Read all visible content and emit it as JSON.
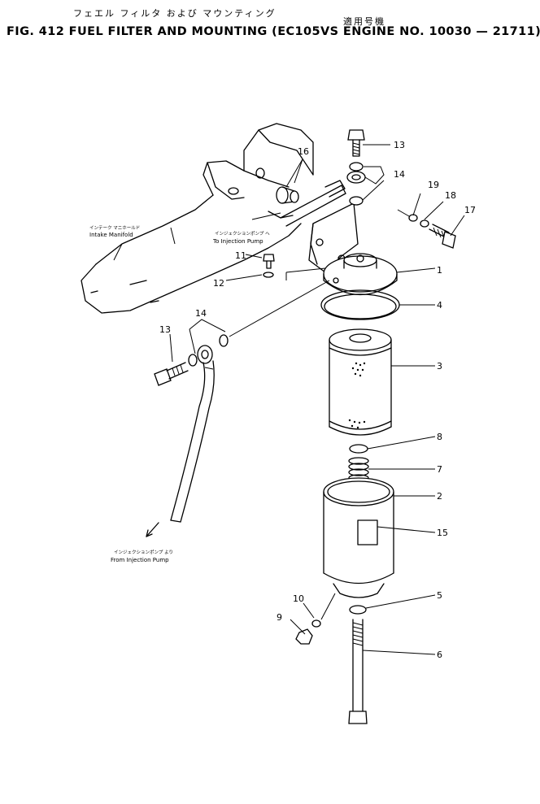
{
  "header": {
    "jp_title": "フェエル フィルタ および マウンティング",
    "jp_applicability": "適用号機",
    "title": "FIG. 412  FUEL  FILTER  AND  MOUNTING  (EC105VS  ENGINE  NO.  10030 — 21711)"
  },
  "labels": {
    "intake_jp": "インテーク マニホールド",
    "intake_en": "Intake Manifold",
    "to_pump_jp": "インジェクションポンプ へ",
    "to_pump_en": "To Injection Pump",
    "from_pump_jp": "インジェクションポンプ より",
    "from_pump_en": "From Injection Pump"
  },
  "part_numbers": {
    "p1": "1",
    "p2": "2",
    "p3": "3",
    "p4": "4",
    "p5": "5",
    "p6": "6",
    "p7": "7",
    "p8": "8",
    "p9": "9",
    "p10": "10",
    "p11": "11",
    "p12": "12",
    "p13a": "13",
    "p13b": "13",
    "p14a": "14",
    "p14b": "14",
    "p15": "15",
    "p16": "16",
    "p17": "17",
    "p18": "18",
    "p19": "19"
  }
}
